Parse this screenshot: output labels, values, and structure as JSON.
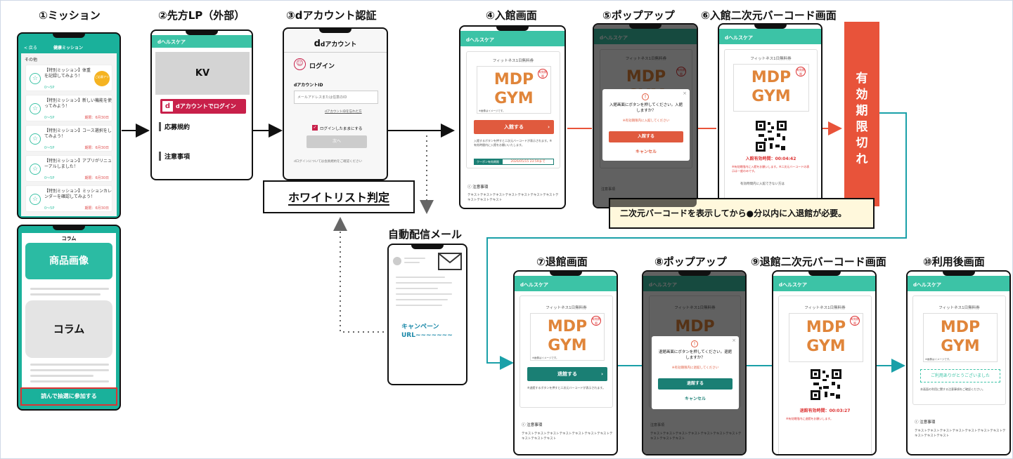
{
  "titles": {
    "s1": "①ミッション",
    "s2": "②先方LP（外部）",
    "s3": "③dアカウント認証",
    "s4": "④入館画面",
    "s5": "⑤ポップアップ",
    "s6": "⑥入館二次元バーコード画面",
    "s7": "⑦退館画面",
    "s8": "⑧ポップアップ",
    "s9": "⑨退館二次元バーコード画面",
    "s10": "⑩利用後画面",
    "mail": "自動配信メール"
  },
  "mission": {
    "header_back": "< 戻る",
    "header_title": "健康ミッション",
    "section": "その他",
    "items": [
      {
        "text": "【特別ミッション】体重を記録してみよう！",
        "points": "0～5P",
        "date": "",
        "badge": "ご応募アリ"
      },
      {
        "text": "【特別ミッション】新しい機能を使ってみよう！",
        "points": "0～5P",
        "date": "期限：6月30日"
      },
      {
        "text": "【特別ミッション】コース選択をしてみよう！",
        "points": "0～5P",
        "date": "期限：6月30日"
      },
      {
        "text": "【特別ミッション】アプリがリニューアルしました！",
        "points": "0～5P",
        "date": "期限：6月30日"
      },
      {
        "text": "【特別ミッション】ミッションカレンダーを確認してみよう！",
        "points": "0～5P",
        "date": "期限：6月30日"
      }
    ]
  },
  "column": {
    "title": "コラム",
    "image_label": "商品画像",
    "body_label": "コラム",
    "cta": "読んで抽選に参加する"
  },
  "lp": {
    "brand": "dヘルスケア",
    "kv": "KV",
    "login_button": "dアカウントでログイン",
    "terms": "応募規約",
    "notes": "注意事項"
  },
  "dauth": {
    "logo": "dアカウント",
    "login": "ログイン",
    "id_label": "dアカウントID",
    "placeholder": "メールアドレスまたは任意のID",
    "forgot": "dアカウントIDを忘れた方",
    "keep": "ログインしたままにする",
    "next": "次へ",
    "footer": "dログインについては会員規約をご確認ください"
  },
  "whitelist": "ホワイトリスト判定",
  "mail": {
    "campaign": "キャンペーン",
    "url": "URL~~~~~~~"
  },
  "ticket": {
    "brand": "dヘルスケア",
    "ticket_name": "フィットネス1日無料券",
    "logo_l1": "MDP",
    "logo_l2": "GYM",
    "stamp": "有効期限",
    "image_note": "※画像はイメージです。",
    "enter_button": "入館する",
    "enter_desc": "入館するボタンを押すと二次元バーコードが表示されます。※有効時間内に入館をお願いいたします。",
    "coupon_label": "クーポン有効期限",
    "coupon_date": "2026/05/15 23:59まで",
    "notes_title": "注意事項",
    "notes_body": "テキストテキストテキストテキストテキストテキストテキストテキストテキストテキスト"
  },
  "popup_enter": {
    "message": "入館画面にボタンを押してください。入館しますか？",
    "warning": "※有効期限内に入館してください",
    "ok": "入館する",
    "cancel": "キャンセル"
  },
  "qr_enter": {
    "valid_label": "入館有効時間：00:04:42",
    "warn": "※有効期限内に入館をお願いします。※二次元バーコードの表示は一度のみです。",
    "footer": "有効時間内に入館できない方は"
  },
  "expiry_label": "有効期限切れ",
  "notice": "二次元バーコードを表示してから●分以内に入退館が必要。",
  "exit": {
    "exit_button": "退館する",
    "exit_desc": "※退館するボタンを押すと二次元バーコードが表示されます。"
  },
  "popup_exit": {
    "message": "退館画面にボタンを押してください。退館しますか？",
    "warning": "※有効期限内に退館してください",
    "ok": "退館する",
    "cancel": "キャンセル"
  },
  "qr_exit": {
    "valid_label": "退館有効時間：00:03:27",
    "warn": "※有効期限内に退館をお願いします。"
  },
  "after": {
    "thanks": "ご利用ありがとうございました",
    "note": "本画面の利用に関する注意事項をご確認ください。"
  },
  "colors": {
    "teal": "#3cc3a6",
    "dark_teal": "#1a7f74",
    "orange": "#e0853a",
    "red": "#e8533a",
    "flow_red": "#e8533a",
    "flow_teal": "#1aa0a8"
  }
}
